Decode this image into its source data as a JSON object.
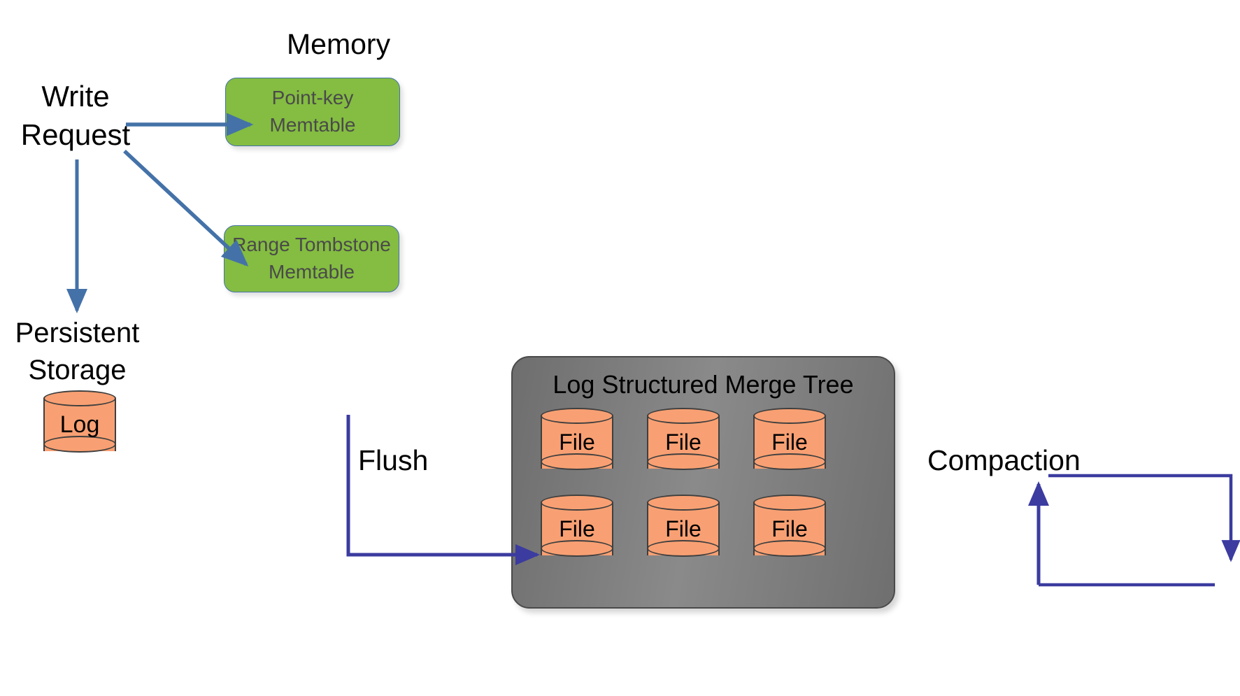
{
  "diagram": {
    "title": "LSM-tree write path",
    "background": "#ffffff",
    "labels": {
      "memory": "Memory",
      "write_request": "Write\nRequest",
      "persistent_storage": "Persistent\nStorage",
      "flush": "Flush",
      "compaction": "Compaction"
    },
    "memtables": [
      {
        "id": "point-key-memtable",
        "label": "Point-key\nMemtable",
        "fill": "#84bd41",
        "stroke": "#4472a8"
      },
      {
        "id": "range-tombstone-memtable",
        "label": "Range Tombstone\nMemtable",
        "fill": "#84bd41",
        "stroke": "#4472a8"
      }
    ],
    "log": {
      "label": "Log",
      "fill": "#f8a073",
      "stroke": "#3f3f3f"
    },
    "lsm": {
      "title": "Log Structured Merge Tree",
      "fill": "#808080",
      "stroke": "#4a4a4a",
      "rows": [
        [
          {
            "label": "File"
          },
          {
            "label": "File"
          },
          {
            "label": "File"
          }
        ],
        [
          {
            "label": "File"
          },
          {
            "label": "File"
          },
          {
            "label": "File"
          }
        ]
      ],
      "file_fill": "#f8a073",
      "file_stroke": "#3f3f3f"
    },
    "arrows": {
      "write_to_pointkey": {
        "color": "#4472a8",
        "kind": "straight-right"
      },
      "write_to_rangetombstone": {
        "color": "#4472a8",
        "kind": "diagonal-down-right"
      },
      "write_to_log": {
        "color": "#4472a8",
        "kind": "straight-down"
      },
      "flush": {
        "color": "#3b3ba0",
        "kind": "elbow-down-right"
      },
      "compaction": {
        "color": "#3b3ba0",
        "kind": "loop-up-over-down"
      }
    }
  }
}
